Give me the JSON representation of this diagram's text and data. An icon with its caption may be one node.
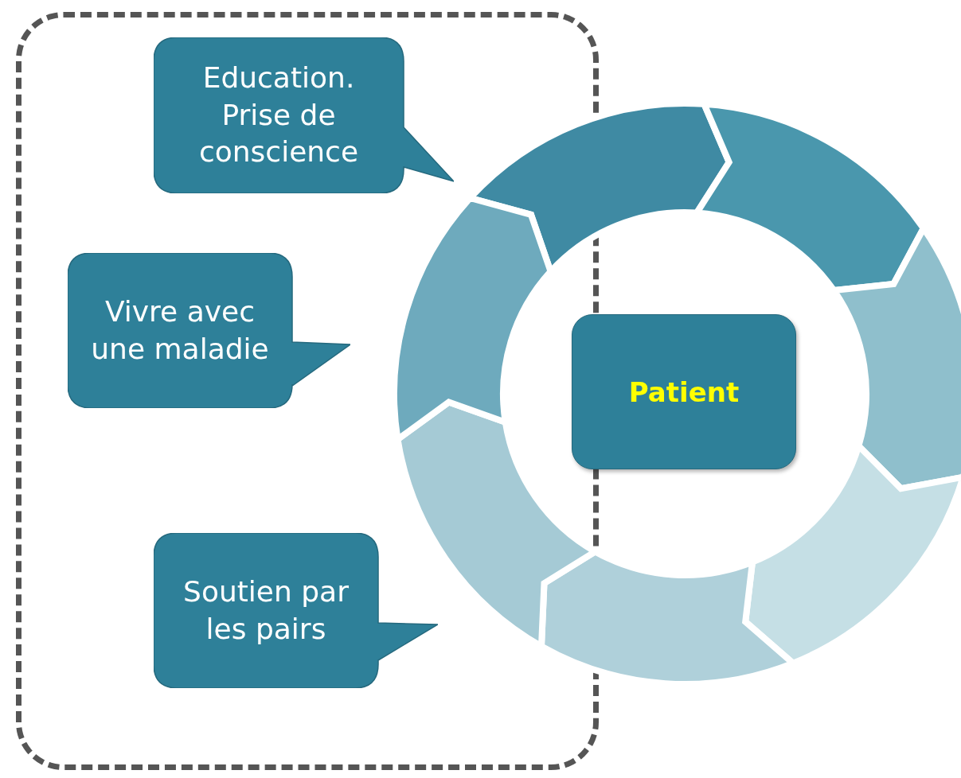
{
  "diagram": {
    "nodes": [
      {
        "text": [],
        "shape": "box"
      },
      {
        "text": [
          "Education. Prise de conscience"
        ],
        "in": 0
      },
      {
        "text": [
          "Vivre avec une maladie"
        ],
        "in": 0
      },
      {
        "text": [
          "Soutien par les pairs"
        ],
        "in": 0
      },
      {
        "text": [],
        "shape": "cycle"
      },
      {
        "text": [
          "Patient"
        ],
        "in": 4
      }
    ]
  }
}
